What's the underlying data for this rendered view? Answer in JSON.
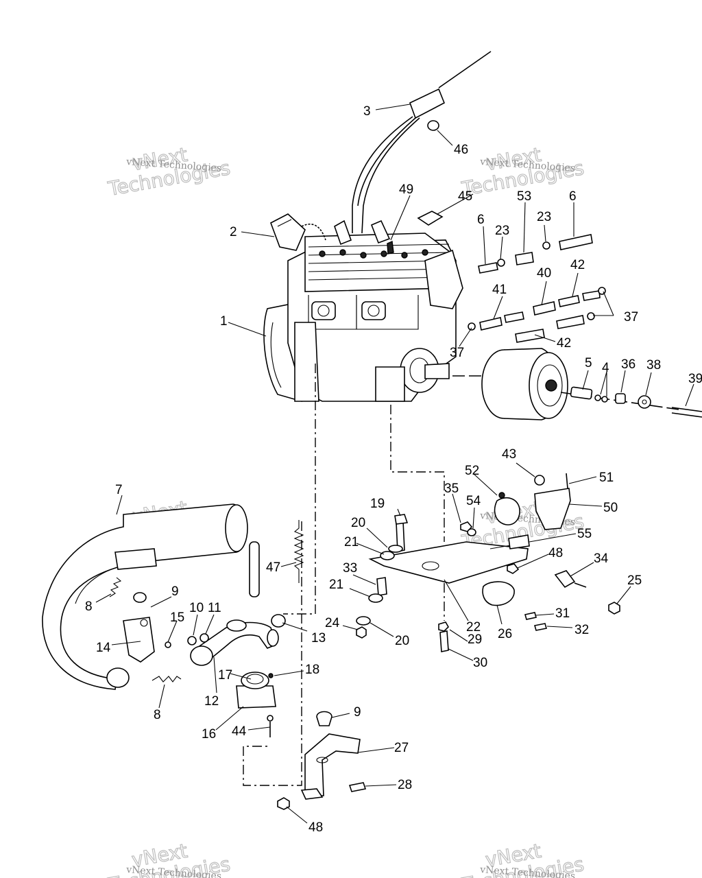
{
  "watermark": {
    "line": "vNext Technologies",
    "big_top": "vNext",
    "big_bottom": "Technologies"
  },
  "callouts": [
    "1",
    "2",
    "3",
    "4",
    "5",
    "6",
    "6",
    "7",
    "8",
    "8",
    "9",
    "9",
    "10",
    "11",
    "12",
    "13",
    "14",
    "15",
    "16",
    "17",
    "18",
    "19",
    "20",
    "20",
    "21",
    "21",
    "22",
    "23",
    "23",
    "24",
    "25",
    "26",
    "27",
    "28",
    "29",
    "30",
    "31",
    "32",
    "33",
    "34",
    "35",
    "36",
    "37",
    "37",
    "38",
    "39",
    "40",
    "41",
    "42",
    "42",
    "43",
    "44",
    "45",
    "46",
    "47",
    "48",
    "48",
    "49",
    "50",
    "51",
    "52",
    "53",
    "54",
    "55"
  ]
}
